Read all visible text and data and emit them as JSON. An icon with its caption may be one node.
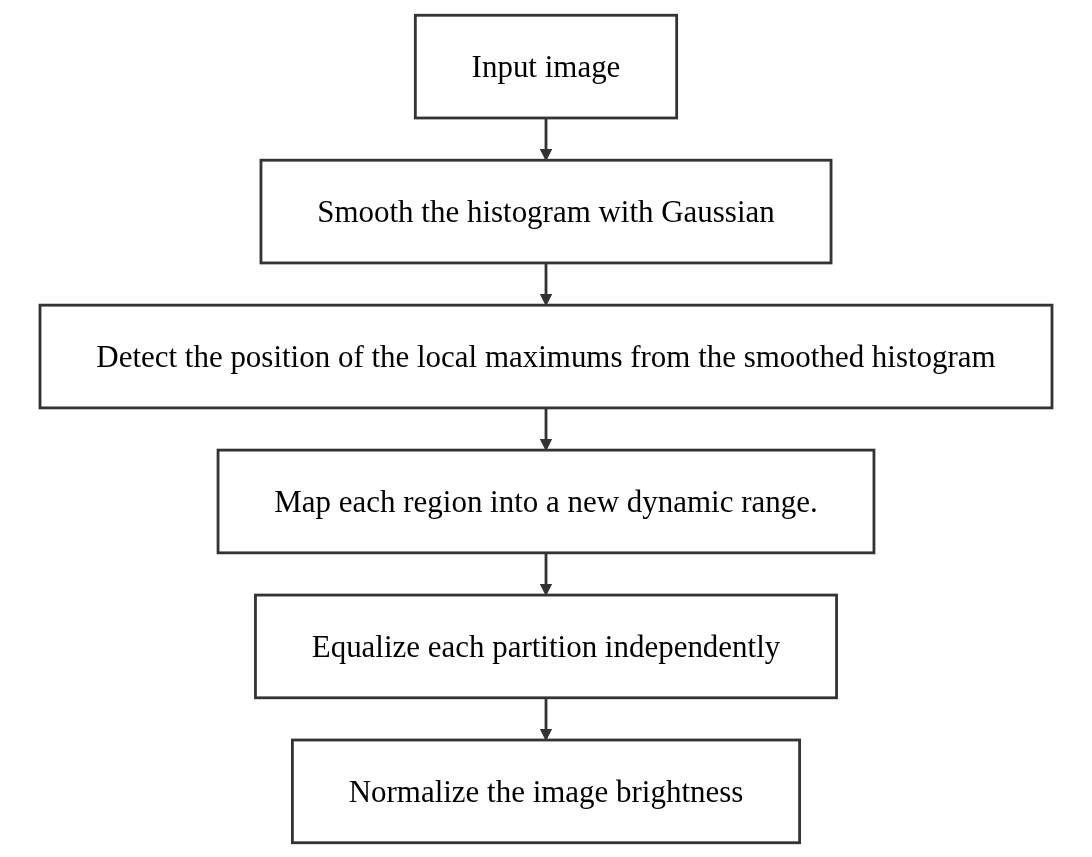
{
  "diagram": {
    "nodes": [
      {
        "text": [
          "Input image"
        ]
      },
      {
        "text": [
          "Smooth the histogram with Gaussian"
        ]
      },
      {
        "text": [
          "Detect the position of the local maximums from the smoothed histogram"
        ]
      },
      {
        "text": [
          "Map each region into a new dynamic range."
        ]
      },
      {
        "text": [
          "Equalize each partition independently"
        ]
      },
      {
        "text": [
          "Normalize the image brightness"
        ]
      }
    ],
    "edges": [
      {
        "from": 0,
        "to": 1,
        "arrow": "to"
      },
      {
        "from": 1,
        "to": 2,
        "arrow": "to"
      },
      {
        "from": 2,
        "to": 3,
        "arrow": "to"
      },
      {
        "from": 3,
        "to": 4,
        "arrow": "to"
      },
      {
        "from": 4,
        "to": 5,
        "arrow": "to"
      }
    ]
  }
}
